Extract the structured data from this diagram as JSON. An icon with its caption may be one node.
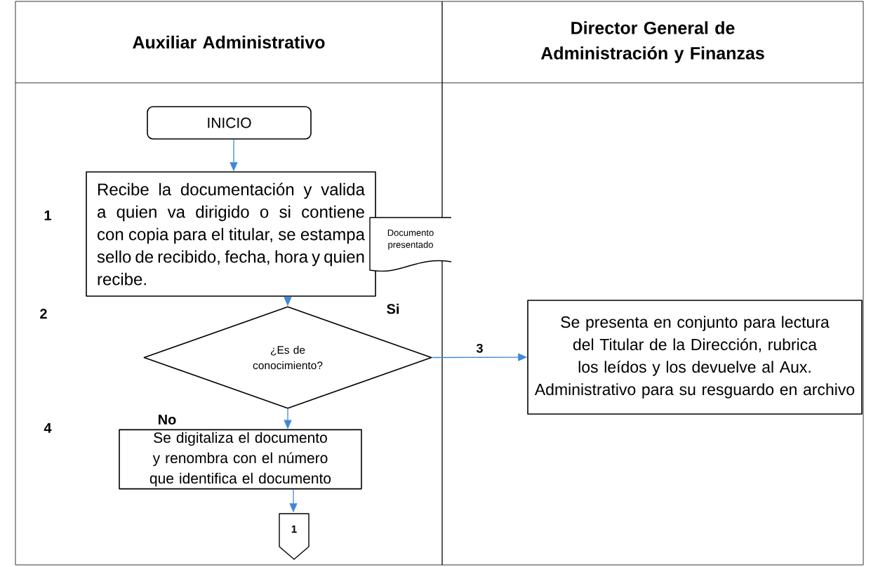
{
  "diagram": {
    "nodes": [
      {
        "text": [
          "Auxiliar Administrativo"
        ]
      },
      {
        "text": [
          "Director General de Administración y Finanzas"
        ]
      },
      {
        "text": [
          "INICIO"
        ],
        "in": 0
      },
      {
        "text": [
          "Recibe la documentación y valida a quien va dirigido o si contiene con copia para el titular, se estampa sello de recibido, fecha, hora y quien recibe."
        ],
        "in": 0
      },
      {
        "text": [
          "Documento presentado"
        ]
      },
      {
        "text": [
          "¿Es de conocimiento?"
        ],
        "in": 0
      },
      {
        "text": [
          "Se presenta en conjunto para lectura del Titular de la Dirección, rubrica los leídos y los devuelve al Aux. Administrativo para su resguardo en archivo"
        ],
        "in": 1
      },
      {
        "text": [
          "Se digitaliza el documento y renombra con el número que identifica el documento"
        ],
        "in": 0
      },
      {
        "text": [
          "1"
        ],
        "in": 0
      }
    ],
    "edges": [
      {
        "from": 2,
        "to": 3,
        "arrow": "to"
      },
      {
        "from": 3,
        "to": 5,
        "arrow": "to"
      },
      {
        "from": 5,
        "to": 6,
        "arrow": "to",
        "label": "3"
      },
      {
        "from": 5,
        "to": 7,
        "arrow": "to"
      },
      {
        "from": 7,
        "to": 8,
        "arrow": "to"
      }
    ],
    "labels": [
      "1",
      "2",
      "Si",
      "4",
      "No"
    ]
  }
}
